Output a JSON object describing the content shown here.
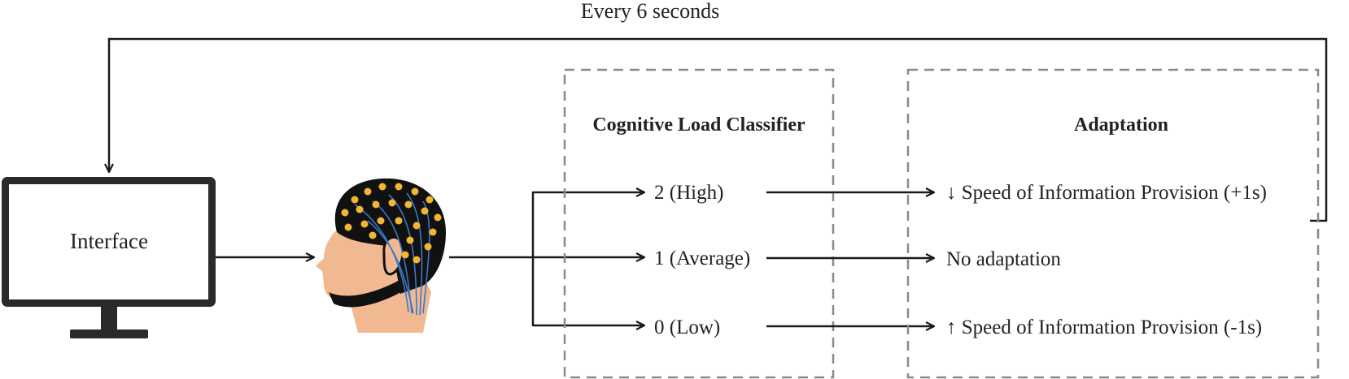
{
  "loop_label": "Every 6 seconds",
  "interface_label": "Interface",
  "classifier": {
    "title": "Cognitive Load Classifier",
    "levels": [
      "2 (High)",
      "1 (Average)",
      "0 (Low)"
    ]
  },
  "adaptation": {
    "title": "Adaptation",
    "actions": [
      "↓ Speed of Information Provision (+1s)",
      "No adaptation",
      "↑ Speed of Information Provision (-1s)"
    ]
  },
  "icons": {
    "monitor": "computer-monitor-icon",
    "head": "eeg-cap-head-icon"
  },
  "colors": {
    "line": "#1a1a1a",
    "dashed_box": "#8a8a8a",
    "skin": "#f1b992",
    "cap": "#111111",
    "electrode": "#f2b632",
    "wire": "#3a78c9"
  }
}
